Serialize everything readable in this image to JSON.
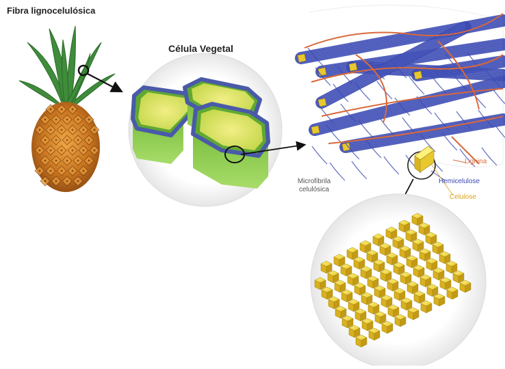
{
  "labels": {
    "fibra": "Fibra lignocelulósica",
    "celula": "Célula Vegetal",
    "lignina": "Lignina",
    "hemicelulose": "Hemicelulose",
    "celulose": "Celulose",
    "microfibrila": "Microfibrila celulósica"
  },
  "colors": {
    "cell_green": "#8ccc4a",
    "cell_wall": "#4a5aa8",
    "cell_inner": "#e8e26a",
    "hemicellulose": "#3a4ab0",
    "lignin": "#d9683a",
    "cellulose": "#e8c830",
    "arrow": "#111111"
  }
}
